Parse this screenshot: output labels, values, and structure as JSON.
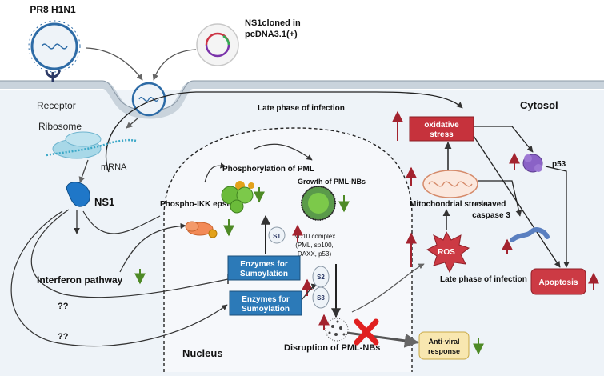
{
  "virus_label": "PR8 H1N1",
  "plasmid_label_line1": "NS1cloned in",
  "plasmid_label_line2": "pcDNA3.1(+)",
  "receptor_label": "Receptor",
  "ribosome_label": "Ribosome",
  "mrna_label": "mRNA",
  "ns1_label": "NS1",
  "late_phase_top": "Late phase of infection",
  "cytosol_label": "Cytosol",
  "oxidative_stress_line1": "oxidative",
  "oxidative_stress_line2": "stress",
  "p53_label": "p53",
  "phosphorylation_pml_label": "Phosphorylation of PML",
  "growth_pml_label": "Growth of PML-NBs",
  "phospho_ikk_label": "Phospho-IKK epsilon",
  "mito_stress_label": "Mitochondrial stress",
  "cleaved_caspase_line1": "cleaved",
  "cleaved_caspase_line2": "caspase 3",
  "nd10_line1": "ND10 complex",
  "nd10_line2": "(PML, sp100,",
  "nd10_line3": "DAXX, p53)",
  "s1_label": "S1",
  "s2_label": "S2",
  "s3_label": "S3",
  "enzymes_label_line1": "Enzymes for",
  "enzymes_label_line2": "Sumoylation",
  "ros_label": "ROS",
  "interferon_label": "Interferon pathway",
  "late_phase_bottom": "Late phase of infection",
  "apoptosis_label": "Apoptosis",
  "unknown_1": "??",
  "unknown_2": "??",
  "nucleus_label": "Nucleus",
  "disruption_label": "Disruption of PML-NBs",
  "antiviral_line1": "Anti-viral",
  "antiviral_line2": "response",
  "colors": {
    "up_arrow": "#a3232f",
    "down_arrow": "#4e8a26",
    "enzyme_box": "#2c7ab8",
    "oxidative_box": "#c6323c",
    "apoptosis_box": "#cc3a44",
    "antiviral_box": "#f8e7b0",
    "cell_bg": "#eef3f8"
  }
}
